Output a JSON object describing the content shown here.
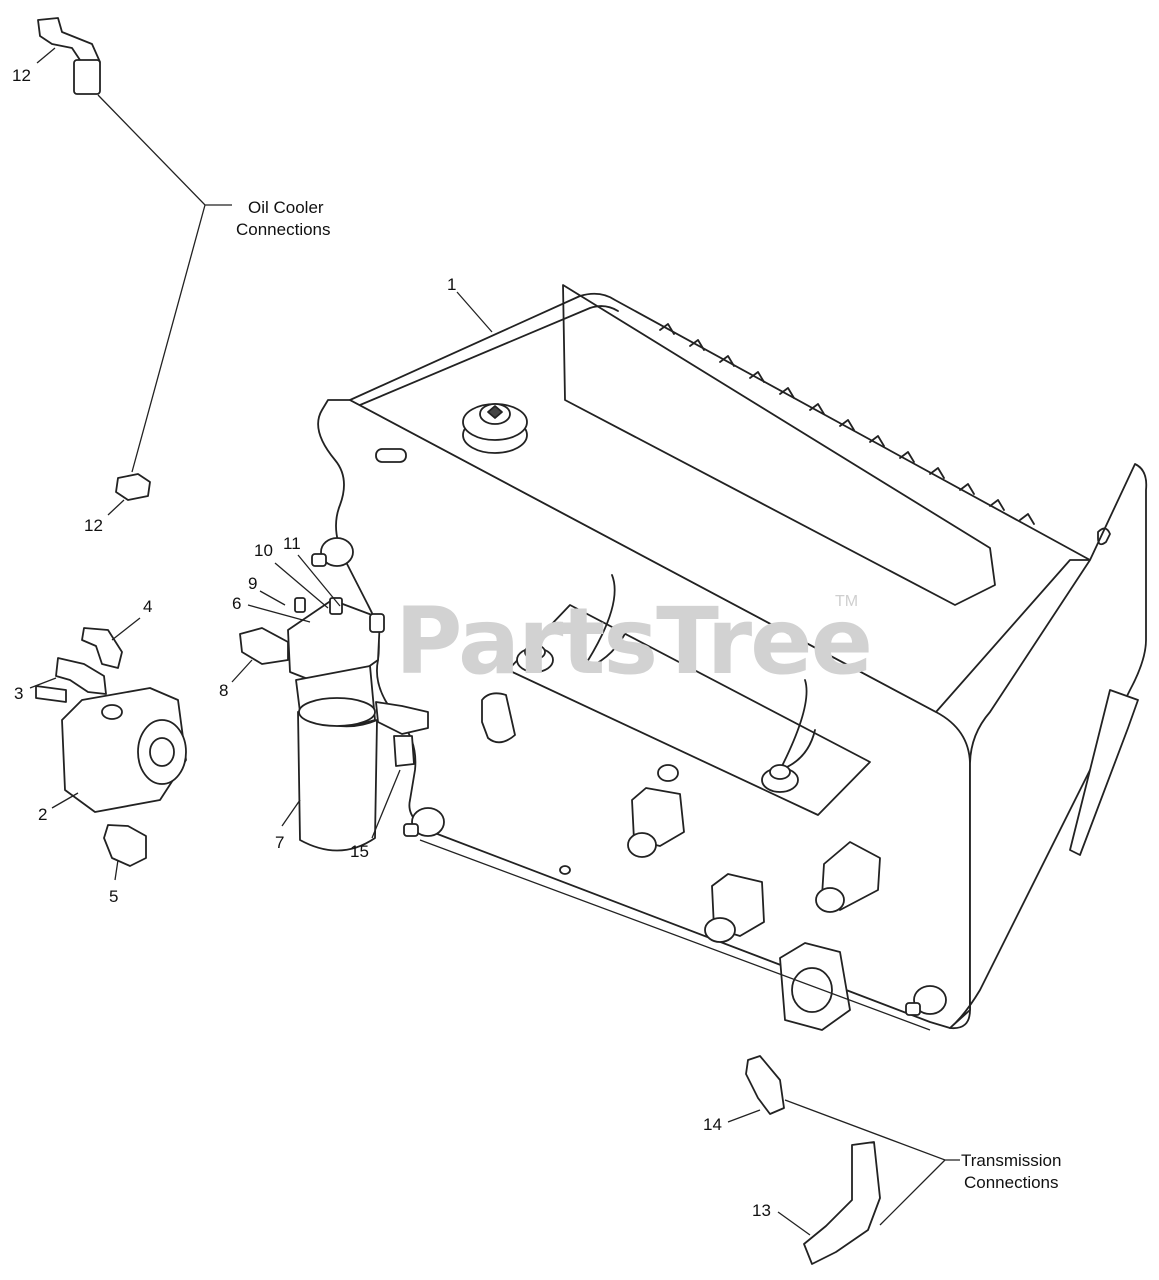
{
  "watermark": {
    "text": "PartsTree",
    "trademark": "TM"
  },
  "callouts": [
    {
      "id": "c1",
      "text": "1"
    },
    {
      "id": "c2",
      "text": "2"
    },
    {
      "id": "c3",
      "text": "3"
    },
    {
      "id": "c4",
      "text": "4"
    },
    {
      "id": "c5",
      "text": "5"
    },
    {
      "id": "c6",
      "text": "6"
    },
    {
      "id": "c7",
      "text": "7"
    },
    {
      "id": "c8",
      "text": "8"
    },
    {
      "id": "c9",
      "text": "9"
    },
    {
      "id": "c10",
      "text": "10"
    },
    {
      "id": "c11",
      "text": "11"
    },
    {
      "id": "c12a",
      "text": "12"
    },
    {
      "id": "c12b",
      "text": "12"
    },
    {
      "id": "c13",
      "text": "13"
    },
    {
      "id": "c14",
      "text": "14"
    },
    {
      "id": "c15",
      "text": "15"
    }
  ],
  "notes": {
    "oil_cooler": {
      "line1": "Oil Cooler",
      "line2": "Connections"
    },
    "transmission": {
      "line1": "Transmission",
      "line2": "Connections"
    }
  }
}
